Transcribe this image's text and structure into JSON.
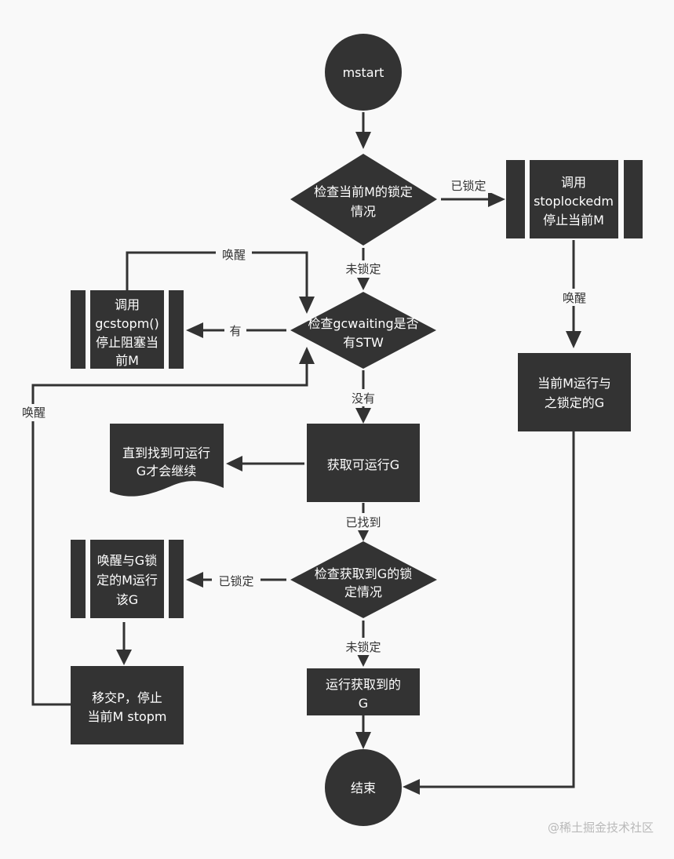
{
  "title": "mstart flow",
  "colors": {
    "node_fill": "#333333",
    "node_text": "#ffffff",
    "background": "#f9f9f9",
    "edge": "#333333",
    "watermark": "#b9b9b9"
  },
  "nodes": {
    "start": {
      "type": "terminator",
      "lines": [
        "mstart"
      ]
    },
    "check_m_lock": {
      "type": "decision",
      "lines": [
        "检查当前M的锁定",
        "情况"
      ]
    },
    "stoplockedm": {
      "type": "subprocess",
      "lines": [
        "调用",
        "stoplockedm",
        "停止当前M"
      ]
    },
    "run_locked_g": {
      "type": "process",
      "lines": [
        "当前M运行与",
        "之锁定的G"
      ]
    },
    "check_gcwaiting": {
      "type": "decision",
      "lines": [
        "检查gcwaiting是否",
        "有STW"
      ]
    },
    "gcstopm": {
      "type": "subprocess",
      "lines": [
        "调用",
        "gcstopm()",
        "停止阻塞当",
        "前M"
      ]
    },
    "get_runnable_g": {
      "type": "process",
      "lines": [
        "获取可运行G"
      ]
    },
    "wait_until_found": {
      "type": "document",
      "lines": [
        "直到找到可运行",
        "G才会继续"
      ]
    },
    "check_g_lock": {
      "type": "decision",
      "lines": [
        "检查获取到G的锁",
        "定情况"
      ]
    },
    "wake_locked_m": {
      "type": "subprocess",
      "lines": [
        "唤醒与G锁",
        "定的M运行",
        "该G"
      ]
    },
    "handoff_p": {
      "type": "process",
      "lines": [
        "移交P，停止",
        "当前M stopm"
      ]
    },
    "execute_g": {
      "type": "process",
      "lines": [
        "运行获取到的",
        "G"
      ]
    },
    "end": {
      "type": "terminator",
      "lines": [
        "结束"
      ]
    }
  },
  "edges": [
    {
      "from": "start",
      "to": "check_m_lock",
      "label": ""
    },
    {
      "from": "check_m_lock",
      "to": "stoplockedm",
      "label": "已锁定"
    },
    {
      "from": "stoplockedm",
      "to": "run_locked_g",
      "label": "唤醒"
    },
    {
      "from": "run_locked_g",
      "to": "end",
      "label": ""
    },
    {
      "from": "check_m_lock",
      "to": "check_gcwaiting",
      "label": "未锁定"
    },
    {
      "from": "check_gcwaiting",
      "to": "gcstopm",
      "label": "有"
    },
    {
      "from": "gcstopm",
      "to": "check_gcwaiting",
      "label": "唤醒"
    },
    {
      "from": "check_gcwaiting",
      "to": "get_runnable_g",
      "label": "没有"
    },
    {
      "from": "get_runnable_g",
      "to": "wait_until_found",
      "label": ""
    },
    {
      "from": "get_runnable_g",
      "to": "check_g_lock",
      "label": "已找到"
    },
    {
      "from": "check_g_lock",
      "to": "wake_locked_m",
      "label": "已锁定"
    },
    {
      "from": "wake_locked_m",
      "to": "handoff_p",
      "label": ""
    },
    {
      "from": "handoff_p",
      "to": "check_gcwaiting",
      "label": "唤醒"
    },
    {
      "from": "check_g_lock",
      "to": "execute_g",
      "label": "未锁定"
    },
    {
      "from": "execute_g",
      "to": "end",
      "label": ""
    }
  ],
  "watermark": "@稀土掘金技术社区"
}
